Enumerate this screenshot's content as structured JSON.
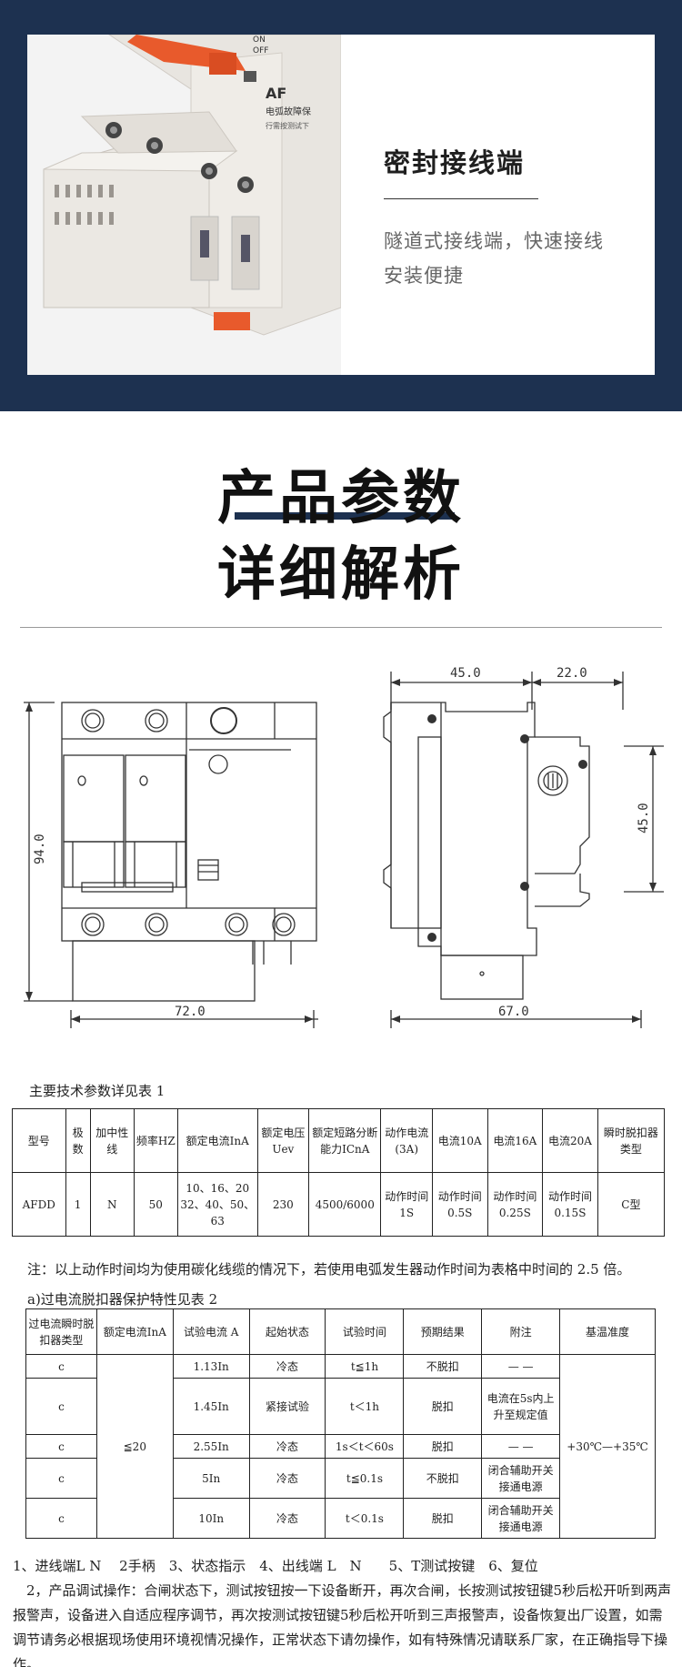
{
  "feature": {
    "title": "密封接线端",
    "desc_line1": "隧道式接线端，快速接线",
    "desc_line2": "安装便捷"
  },
  "photo": {
    "label_af": "AF",
    "label_cn": "电弧故障保",
    "label_on": "ON",
    "label_off": "OFF",
    "label_small": "行需按测试下"
  },
  "heading": {
    "line1": "产品参数",
    "line2": "详细解析"
  },
  "drawing": {
    "front_height": "94.0",
    "front_width": "72.0",
    "side_width_top_a": "45.0",
    "side_width_top_b": "22.0",
    "side_height": "45.0",
    "side_width_bottom": "67.0"
  },
  "table1": {
    "caption": "主要技术参数详见表 1",
    "headers": [
      "型号",
      "极数",
      "加中性线",
      "频率HZ",
      "额定电流InA",
      "额定电压Uev",
      "额定短路分断能力ICnA",
      "动作电流(3A)",
      "电流10A",
      "电流16A",
      "电流20A",
      "瞬时脱扣器类型"
    ],
    "row": [
      "AFDD",
      "1",
      "N",
      "50",
      "10、16、20 32、40、50、63",
      "230",
      "4500/6000",
      "动作时间1S",
      "动作时间0.5S",
      "动作时间0.25S",
      "动作时间0.15S",
      "C型"
    ]
  },
  "note": "注：以上动作时间均为使用碳化线缆的情况下，若使用电弧发生器动作时间为表格中时间的 2.5 倍。",
  "table2": {
    "caption": "a)过电流脱扣器保护特性见表 2",
    "headers": [
      "过电流瞬时脱扣器类型",
      "额定电流InA",
      "试验电流 A",
      "起始状态",
      "试验时间",
      "预期结果",
      "附注",
      "基温准度"
    ],
    "rated": "≦20",
    "temp": "+30℃—+35℃",
    "rows": [
      [
        "c",
        "1.13In",
        "冷态",
        "t≦1h",
        "不脱扣",
        "— —"
      ],
      [
        "c",
        "1.45In",
        "紧接试验",
        "t＜1h",
        "脱扣",
        "电流在5s内上升至规定值"
      ],
      [
        "c",
        "2.55In",
        "冷态",
        "1s＜t＜60s",
        "脱扣",
        "— —"
      ],
      [
        "c",
        "5In",
        "冷态",
        "t≦0.1s",
        "不脱扣",
        "闭合辅助开关接通电源"
      ],
      [
        "c",
        "10In",
        "冷态",
        "t＜0.1s",
        "脱扣",
        "闭合辅助开关接通电源"
      ]
    ]
  },
  "footnotes": [
    "1、进线端L N　 2手柄　3、状态指示　4、出线端 L　N　　5、T测试按键　6、复位",
    "　2，产品调试操作：合闸状态下，测试按钮按一下设备断开，再次合闸，长按测试按钮键5秒后松开听到两声报警声，设备进入自适应程序调节，再次按测试按钮键5秒后松开听到三声报警声，设备恢复出厂设置，如需调节请务必根据现场使用环境视情况操作，正常状态下请勿操作，如有特殊情况请联系厂家，在正确指导下操作。"
  ]
}
